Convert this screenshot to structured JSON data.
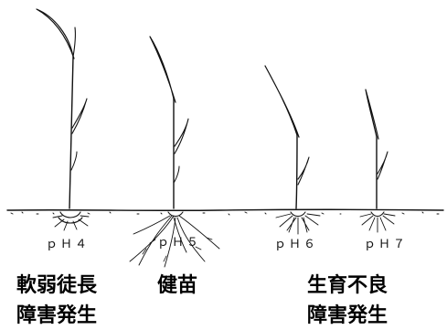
{
  "plants": [
    {
      "id": "ph4",
      "label": "ｐＨ４"
    },
    {
      "id": "ph5",
      "label": "ｐＨ５"
    },
    {
      "id": "ph6",
      "label": "ｐＨ６"
    },
    {
      "id": "ph7",
      "label": "ｐＨ７"
    }
  ],
  "notes": {
    "ph4_line1": "軟弱徒長",
    "ph4_line2": "障害発生",
    "ph5_line1": "健苗",
    "ph67_line1": "生育不良",
    "ph67_line2": "障害発生"
  }
}
